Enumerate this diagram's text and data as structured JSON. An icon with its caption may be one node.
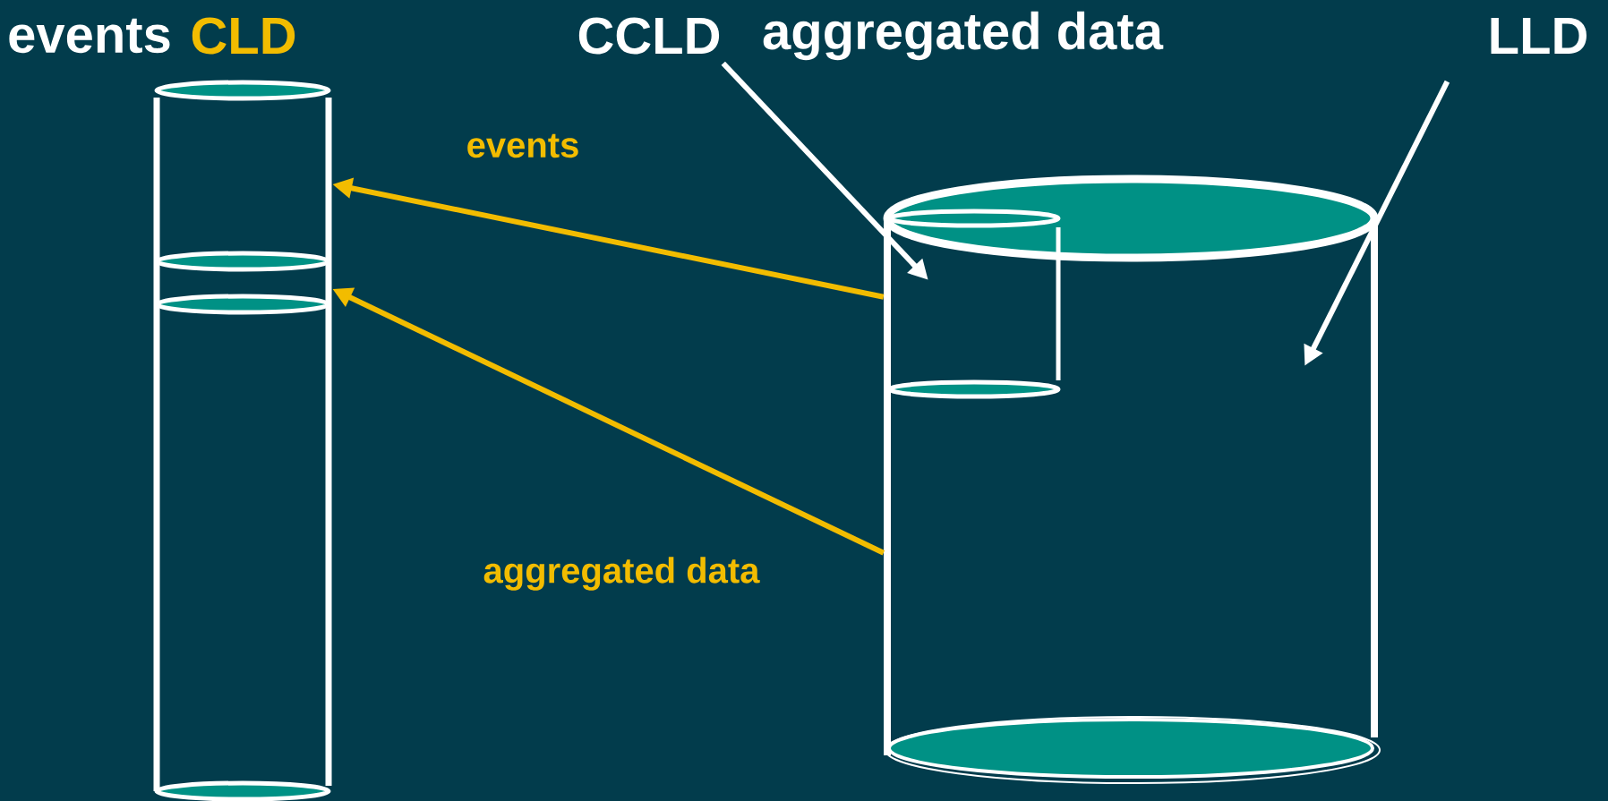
{
  "diagram": {
    "nodes": [
      {
        "text": [
          "CLD"
        ]
      },
      {
        "text": [],
        "shape": "cylinder"
      },
      {
        "text": [],
        "shape": "cylinder",
        "in": 1
      },
      {
        "text": [
          "CCLD"
        ]
      },
      {
        "text": [
          "LLD"
        ]
      }
    ],
    "edges": [
      {
        "from": 3,
        "to": 2,
        "arrow": "to",
        "color": "#ffffff"
      },
      {
        "from": 4,
        "to": 1,
        "arrow": "to",
        "color": "#ffffff"
      },
      {
        "from": 1,
        "to": 0,
        "arrow": "to",
        "label": "events",
        "color": "#f2bc00"
      },
      {
        "from": 1,
        "to": 0,
        "arrow": "to",
        "label": "aggregated data",
        "color": "#f2bc00"
      }
    ],
    "labels": [
      "events",
      "aggregated data"
    ]
  }
}
